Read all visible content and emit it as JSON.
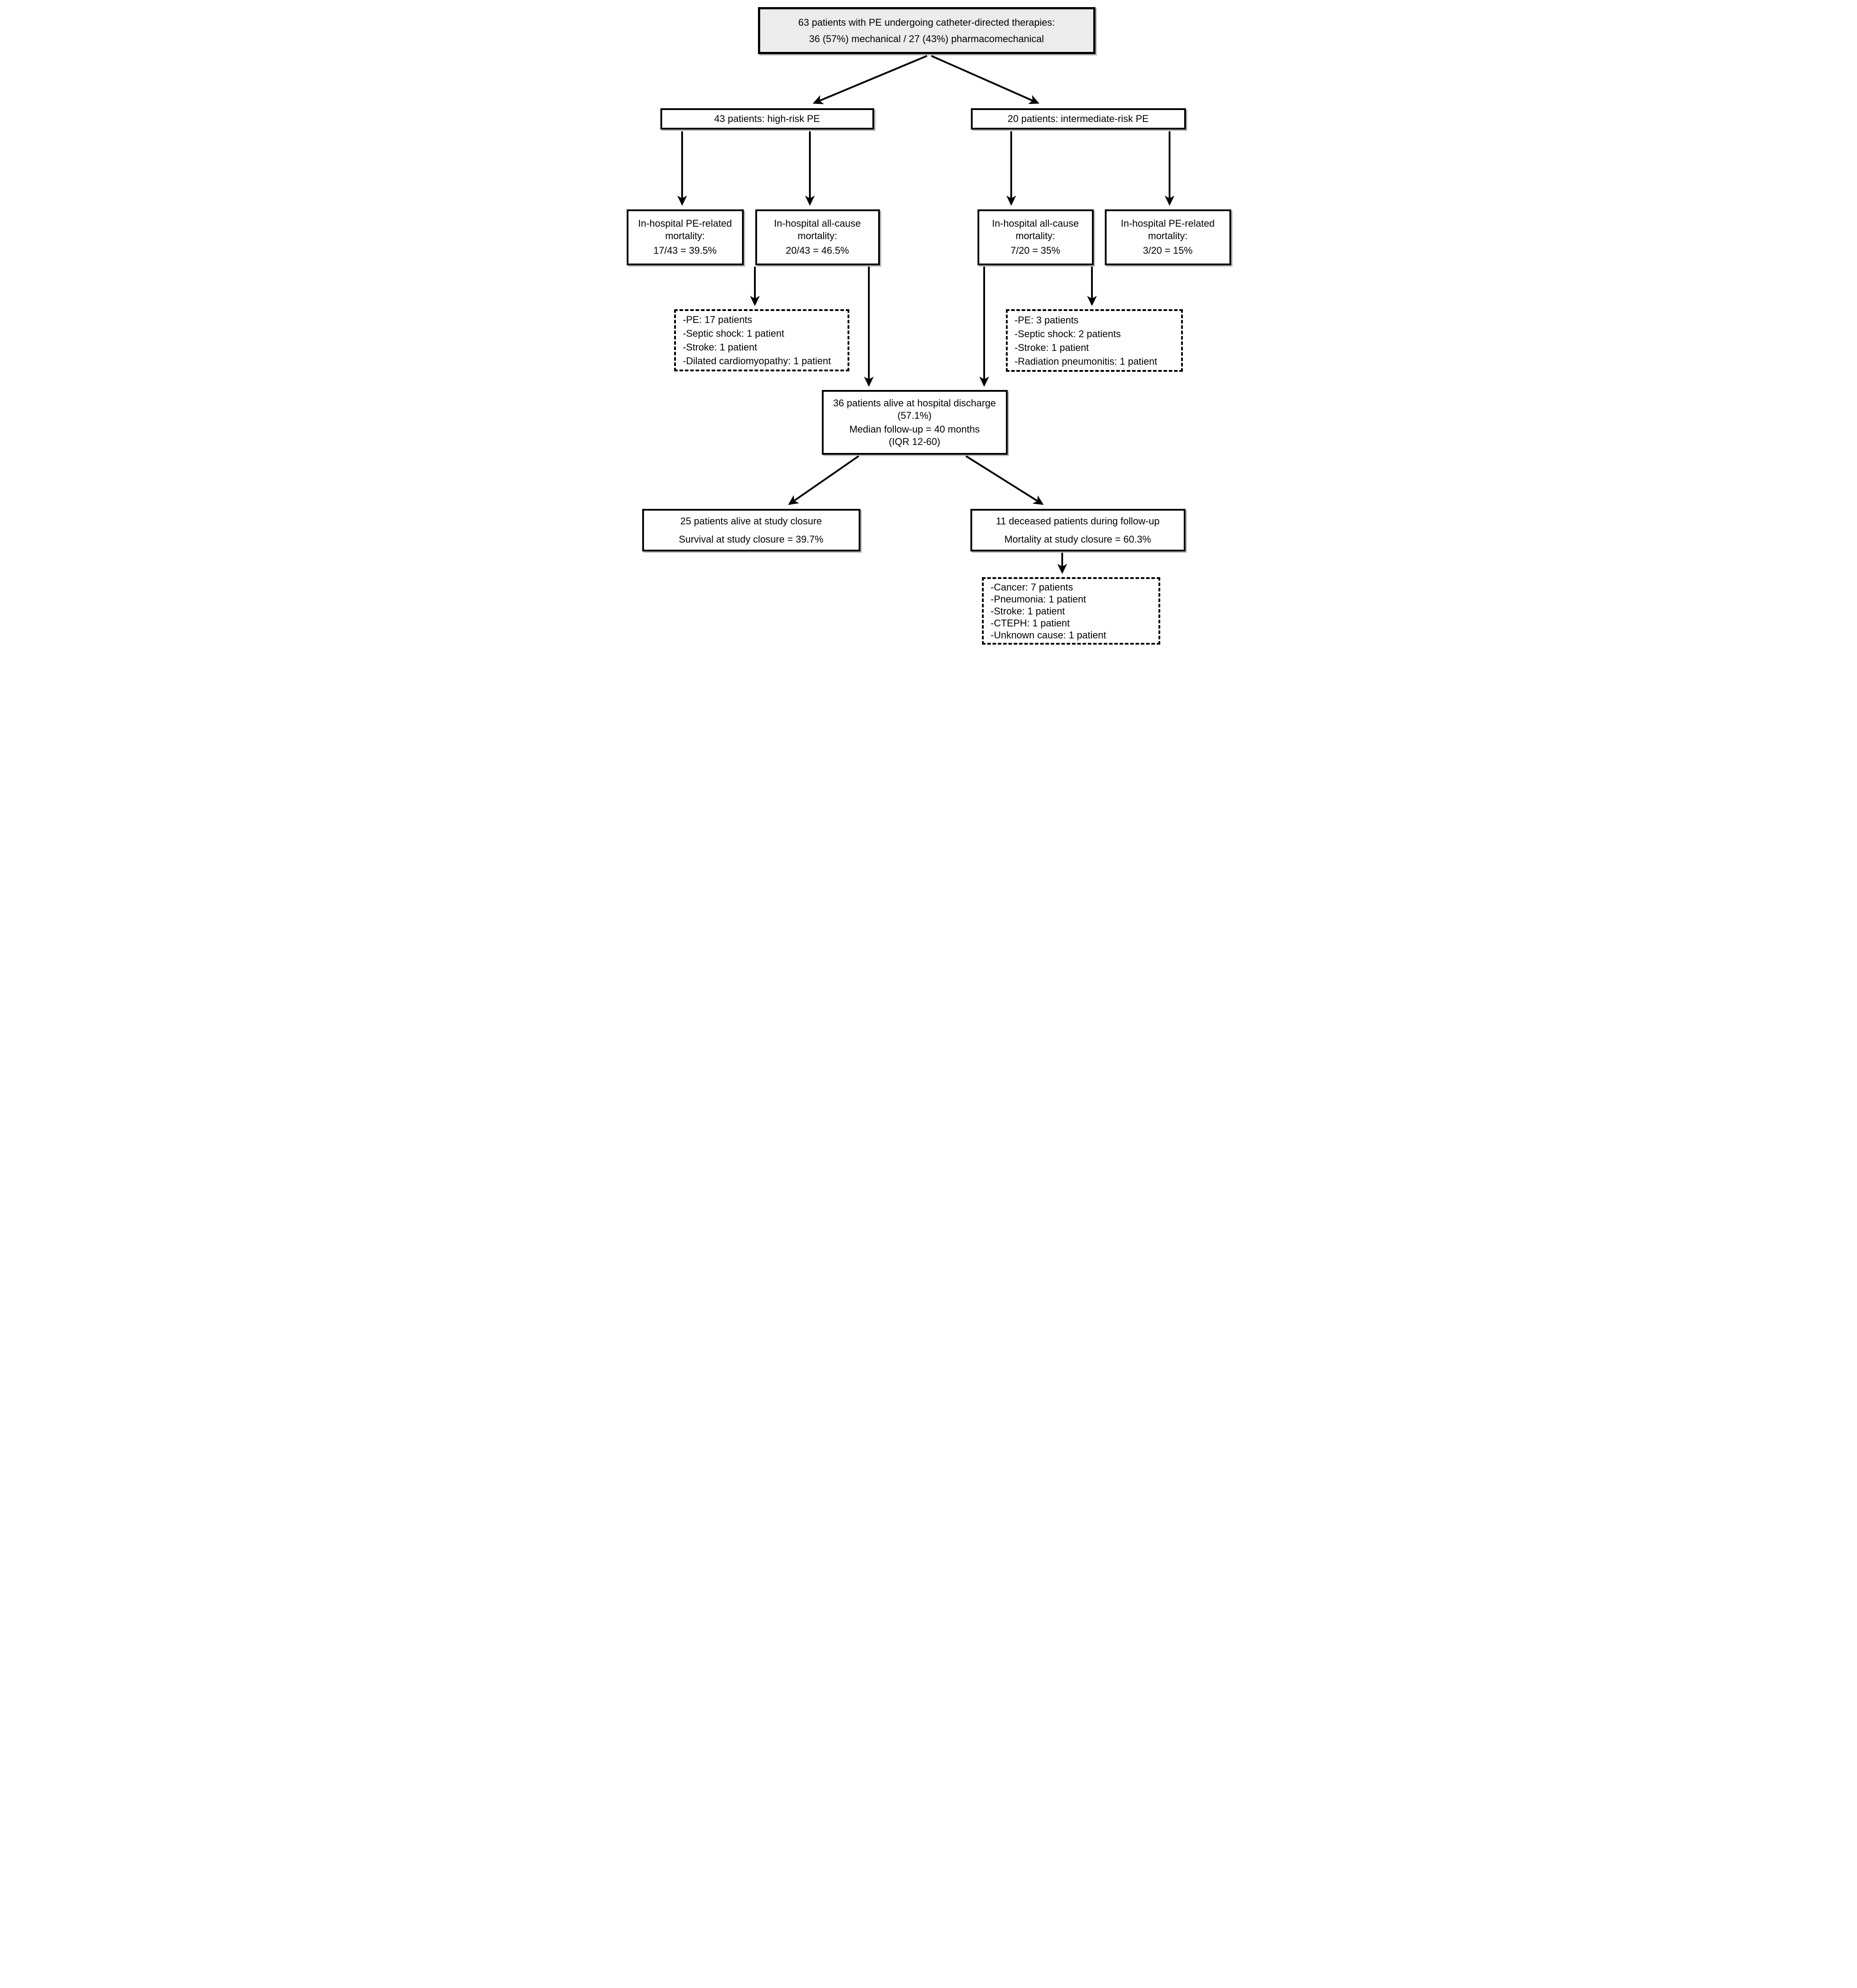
{
  "colors": {
    "root_fill": "#ececec",
    "line": "#000000"
  },
  "flowchart": {
    "root": {
      "line1": "63 patients with PE undergoing catheter-directed therapies:",
      "line2": "36 (57%) mechanical / 27 (43%) pharmacomechanical"
    },
    "high_risk": {
      "label": "43 patients: high-risk PE"
    },
    "intermediate_risk": {
      "label": "20 patients: intermediate-risk PE"
    },
    "hr_pe_mortality": {
      "title": "In-hospital PE-related mortality:",
      "value": "17/43 = 39.5%"
    },
    "hr_all_cause_mortality": {
      "title": "In-hospital all-cause mortality:",
      "value": "20/43 = 46.5%"
    },
    "ir_all_cause_mortality": {
      "title": "In-hospital all-cause mortality:",
      "value": "7/20 = 35%"
    },
    "ir_pe_mortality": {
      "title": "In-hospital PE-related mortality:",
      "value": "3/20 = 15%"
    },
    "hr_death_causes": {
      "items": [
        "-PE: 17 patients",
        "-Septic shock: 1 patient",
        "-Stroke: 1 patient",
        "-Dilated cardiomyopathy: 1 patient"
      ]
    },
    "ir_death_causes": {
      "items": [
        "-PE: 3 patients",
        "-Septic shock: 2 patients",
        "-Stroke: 1 patient",
        "-Radiation pneumonitis: 1 patient"
      ]
    },
    "discharge": {
      "line1": "36 patients alive at hospital discharge (57.1%)",
      "line2": "Median follow-up = 40 months",
      "line3": "(IQR 12-60)"
    },
    "alive_closure": {
      "line1": "25 patients alive at study closure",
      "line2": "Survival at study closure = 39.7%"
    },
    "deceased_followup": {
      "line1": "11 deceased patients during follow-up",
      "line2": "Mortality at study closure = 60.3%"
    },
    "fu_death_causes": {
      "items": [
        "-Cancer: 7 patients",
        "-Pneumonia: 1 patient",
        "-Stroke: 1 patient",
        "-CTEPH: 1 patient",
        "-Unknown cause: 1 patient"
      ]
    }
  }
}
